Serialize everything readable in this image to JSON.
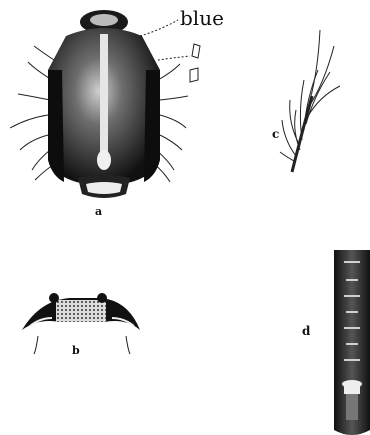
{
  "labels": {
    "annotation": "blue",
    "fig_a": "a",
    "fig_b": "b",
    "fig_c": "c",
    "fig_d": "d"
  },
  "colors": {
    "ink": "#111111",
    "paper": "#ffffff"
  }
}
